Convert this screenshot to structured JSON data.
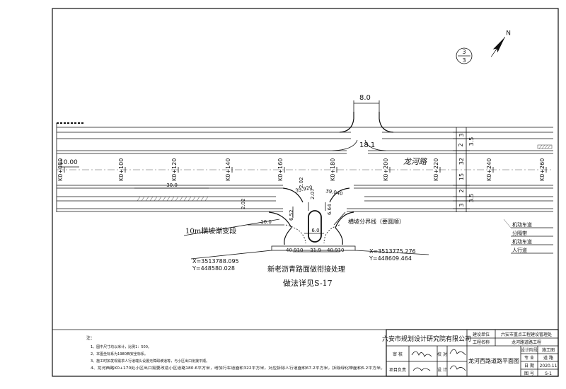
{
  "drawing": {
    "sheet_index": {
      "top": "3",
      "bottom": "3"
    },
    "north_label": "N",
    "dims": {
      "width_top": "8.0",
      "road_width": "18.1",
      "left_elev": "10.00",
      "dim_30": "30.0",
      "dim_10": "10.0",
      "dim_6": "6.0",
      "dim_319": "31.9",
      "arc_3992": "39.920",
      "arc_3904": "39.040",
      "arc_4091_l": "40.910",
      "arc_4091_r": "40.910",
      "v_202": "2.02",
      "v_652": "6.52",
      "v_664": "6.64",
      "v_207": "2.07",
      "v_202b": "2.02"
    },
    "stations": [
      "K0+080",
      "K0+100",
      "K0+120",
      "K0+140",
      "K0+160",
      "K0+180",
      "K0+200",
      "K0+220",
      "K0+240",
      "K0+260"
    ],
    "road_name": "龙河路",
    "right_dims": {
      "s3a": "3",
      "s2a": "2",
      "s35a": "3.5",
      "s32": "32",
      "s15": "15",
      "s2b": "2",
      "s3b": "3",
      "s35b": "3.5"
    },
    "labels": {
      "transition": "10m横坡渐变段",
      "separator": "横坡分界线（要圆顺）",
      "asphalt": "新老沥青路面做衔接处理",
      "detail": "做法详见S-17"
    },
    "coords": {
      "left_x": "X=3513788.095",
      "left_y": "Y=448580.028",
      "right_x": "X=3513775.276",
      "right_y": "Y=448609.464"
    },
    "legend": [
      "机动车道",
      "分隔带",
      "机动车道",
      "人行道"
    ]
  },
  "notes": {
    "heading": "注：",
    "items": [
      "1、图中尺寸均以米计，比例1：500。",
      "2、本图坐标系为1980西安坐标系。",
      "3、施工时如发现需求人行道端头设置无障碍坡道等，与小区出口衔接平顺。",
      "4、龙河西路K0+170处小区出口需要改造小区道路180.6平方米，增加行车道面积322平方米，对应拆除人行道面积67.2平方米，拆除绿化带面积6.2平方米。"
    ]
  },
  "title_block": {
    "designer_org": "六安市规划设计研究院有限公司",
    "build_unit_label": "建设单位",
    "build_unit": "六安市重点工程建设管理处",
    "project_label": "工程名称",
    "project": "龙河路道路工程",
    "review_label": "审 核",
    "check_label": "校 对",
    "lead_label": "项目负责",
    "design_label": "设 计",
    "drawing_title": "龙河西路道路平面图",
    "phase_label": "设计阶段",
    "phase": "施工图",
    "major_label": "专 业",
    "major": "道 路",
    "date_label": "日 期",
    "date": "2020.11",
    "no_label": "图 号",
    "no": "S-1"
  }
}
